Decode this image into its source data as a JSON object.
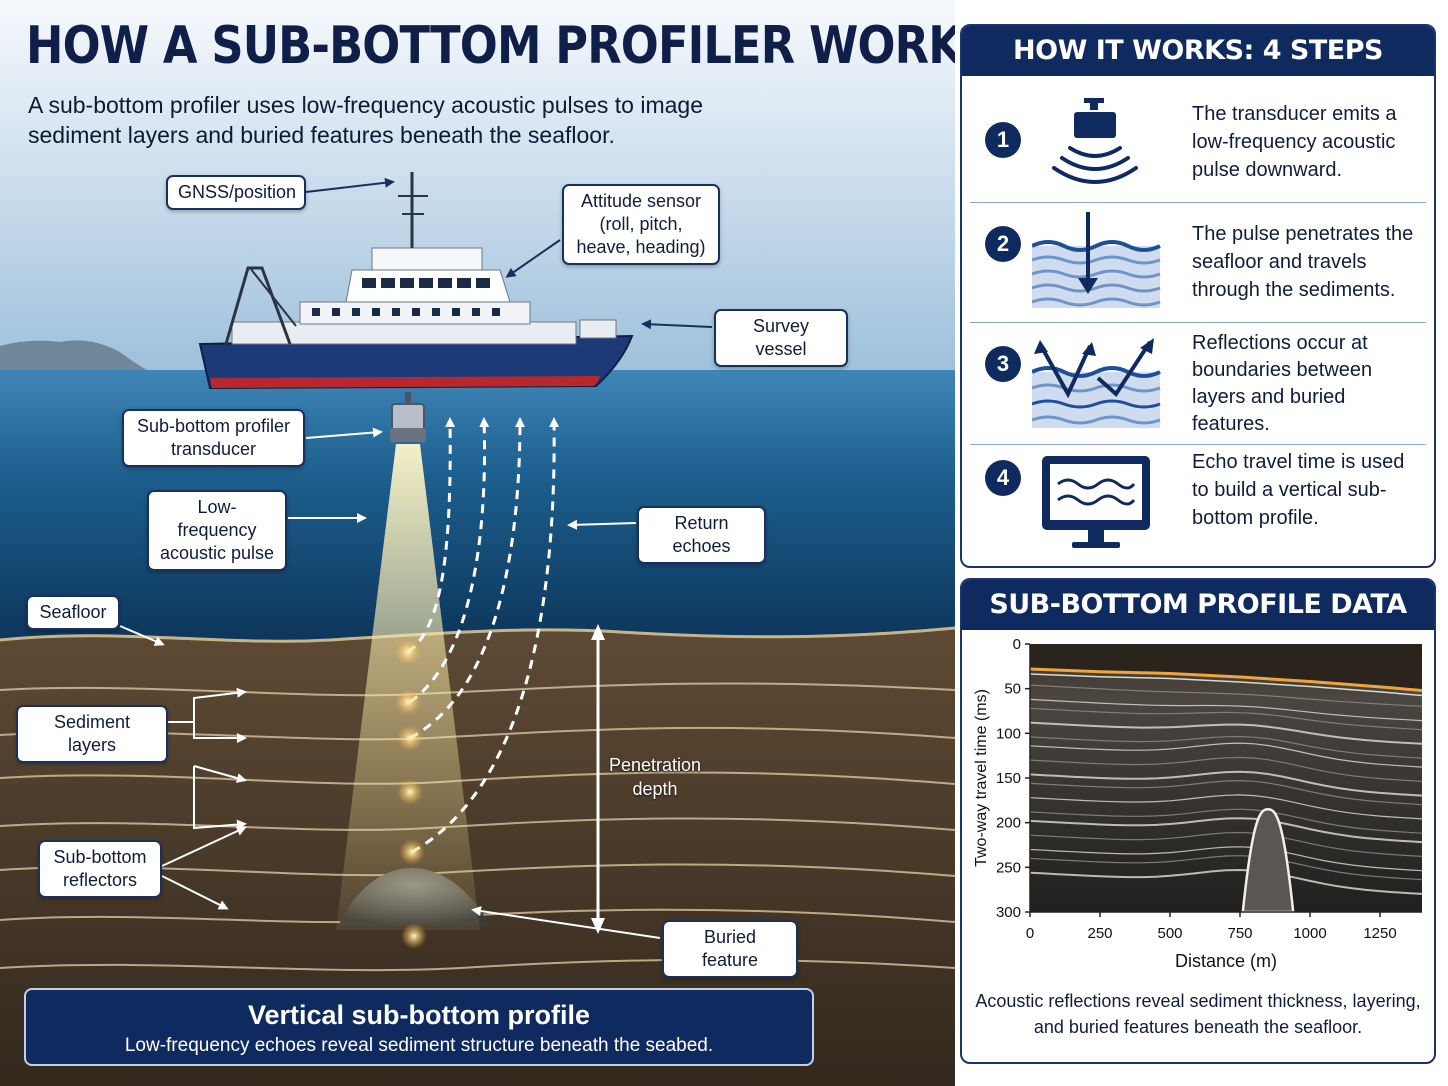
{
  "title": "HOW A SUB-BOTTOM PROFILER WORKS",
  "subtitle": "A sub-bottom profiler uses low-frequency acoustic pulses to image sediment layers and buried features beneath the seafloor.",
  "labels": {
    "gnss": "GNSS/position",
    "attitude": "Attitude sensor (roll, pitch, heave, heading)",
    "vessel": "Survey vessel",
    "transducer": "Sub-bottom profiler transducer",
    "pulse": "Low-frequency acoustic pulse",
    "echoes": "Return echoes",
    "seafloor": "Seafloor",
    "sediment": "Sediment layers",
    "reflectors": "Sub-bottom reflectors",
    "penetration": "Penetration depth",
    "buried": "Buried feature"
  },
  "bottom_banner": {
    "title": "Vertical sub-bottom profile",
    "subtitle": "Low-frequency echoes reveal sediment structure beneath the seabed."
  },
  "steps_panel": {
    "title": "HOW IT WORKS: 4 STEPS",
    "steps": [
      {
        "num": "1",
        "text": "The transducer emits a low-frequency acoustic pulse downward.",
        "icon": "transducer-pulse-icon"
      },
      {
        "num": "2",
        "text": "The pulse penetrates the seafloor and travels through the sediments.",
        "icon": "penetration-icon"
      },
      {
        "num": "3",
        "text": "Reflections occur at boundaries between layers and buried features.",
        "icon": "reflection-icon"
      },
      {
        "num": "4",
        "text": "Echo travel time is used to build a vertical sub-bottom profile.",
        "icon": "monitor-icon"
      }
    ]
  },
  "data_panel": {
    "title": "SUB-BOTTOM PROFILE DATA",
    "caption": "Acoustic reflections reveal sediment thickness, layering, and buried features beneath the seafloor."
  },
  "colors": {
    "navy": "#0f2a5e",
    "sea_top": "#3f86b8",
    "sea_deep": "#0a2f52",
    "sediment": "#4a3a2a",
    "hull": "#1d3a78"
  },
  "chart_data": {
    "type": "heatmap",
    "xlabel": "Distance (m)",
    "ylabel": "Two-way travel time (ms)",
    "xlim": [
      0,
      1400
    ],
    "ylim": [
      0,
      300
    ],
    "y_inverted": true,
    "x_ticks": [
      0,
      250,
      500,
      750,
      1000,
      1250
    ],
    "y_ticks": [
      0,
      50,
      100,
      150,
      200,
      250,
      300
    ],
    "seafloor_reflector": {
      "x": [
        0,
        250,
        500,
        750,
        1000,
        1250,
        1400
      ],
      "y": [
        28,
        31,
        33,
        37,
        42,
        48,
        52
      ]
    },
    "buried_feature": {
      "x_center": 850,
      "top_y": 185,
      "width": 180
    }
  }
}
